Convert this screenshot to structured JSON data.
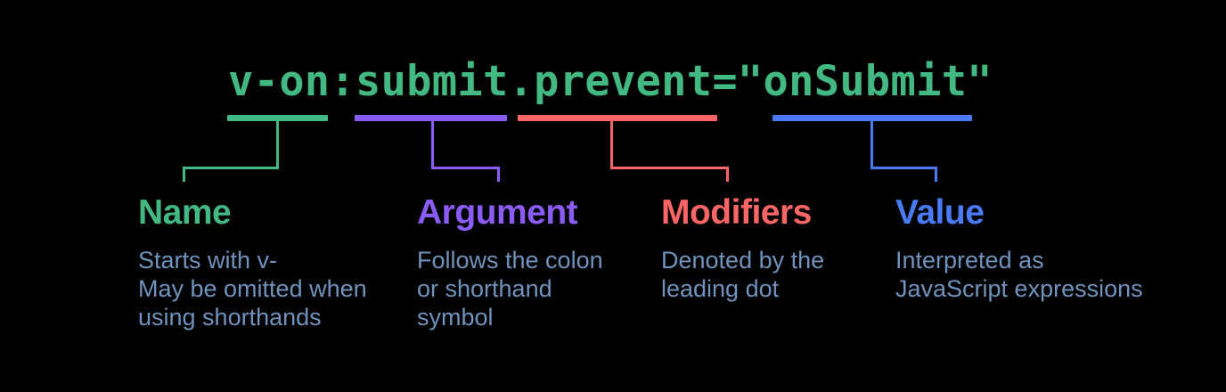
{
  "diagram": {
    "code": "v-on:submit.prevent=\"onSubmit\"",
    "sections": [
      {
        "id": "name",
        "label": "Name",
        "description": "Starts with v-\nMay be omitted when\nusing shorthands",
        "color": "#42b883"
      },
      {
        "id": "argument",
        "label": "Argument",
        "description": "Follows the colon\nor shorthand\nsymbol",
        "color": "#8a5cf5"
      },
      {
        "id": "modifiers",
        "label": "Modifiers",
        "description": "Denoted by the\nleading dot",
        "color": "#fb6565"
      },
      {
        "id": "value",
        "label": "Value",
        "description": "Interpreted as\nJavaScript expressions",
        "color": "#4a7bf7"
      }
    ]
  },
  "colors": {
    "background": "#000000",
    "code": "#42b883",
    "description": "#7093bd"
  }
}
